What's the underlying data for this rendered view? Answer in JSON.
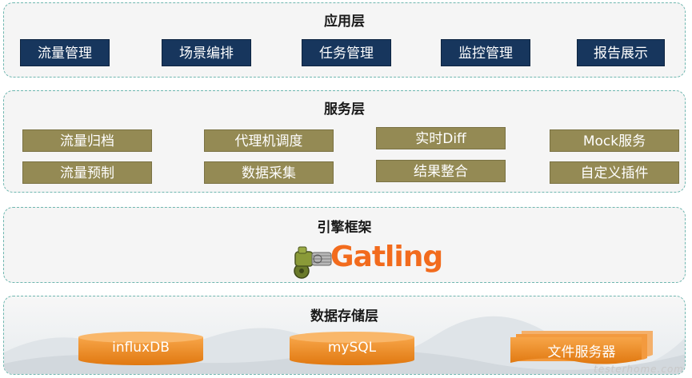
{
  "app_layer": {
    "title": "应用层",
    "items": [
      "流量管理",
      "场景编排",
      "任务管理",
      "监控管理",
      "报告展示"
    ]
  },
  "service_layer": {
    "title": "服务层",
    "row1": [
      "流量归档",
      "代理机调度",
      "实时Diff",
      "Mock服务"
    ],
    "row2": [
      "流量预制",
      "数据采集",
      "结果整合",
      "自定义插件"
    ]
  },
  "engine_layer": {
    "title": "引擎框架",
    "logo_text": "Gatling",
    "logo_icon": "gatling-gun-icon"
  },
  "storage_layer": {
    "title": "数据存储层",
    "items": [
      "influxDB",
      "mySQL",
      "文件服务器"
    ]
  },
  "watermark": "testerhome.com",
  "colors": {
    "app_box": "#17365d",
    "service_box": "#948a54",
    "storage": "#f28a23",
    "logo": "#f26b1d",
    "border": "#6fb7b0"
  }
}
